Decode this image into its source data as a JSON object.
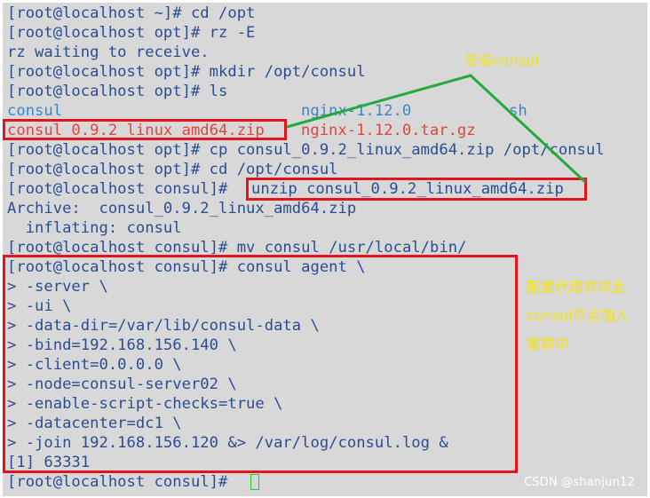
{
  "terminal": {
    "lines": [
      {
        "id": "l1",
        "text": "[root@localhost ~]# cd /opt"
      },
      {
        "id": "l2",
        "text": "[root@localhost opt]# rz -E"
      },
      {
        "id": "l3",
        "text": "rz waiting to receive."
      },
      {
        "id": "l4",
        "text": "[root@localhost opt]# mkdir /opt/consul"
      },
      {
        "id": "l5",
        "text": "[root@localhost opt]# ls"
      },
      {
        "id": "l6a",
        "text": "consul"
      },
      {
        "id": "l6b",
        "text": "nginx-1.12.0"
      },
      {
        "id": "l6c",
        "text": "sh"
      },
      {
        "id": "l7a",
        "text": "consul_0.9.2_linux_amd64.zip"
      },
      {
        "id": "l7b",
        "text": "nginx-1.12.0.tar.gz"
      },
      {
        "id": "l8",
        "text": "[root@localhost opt]# cp consul_0.9.2_linux_amd64.zip /opt/consul"
      },
      {
        "id": "l9",
        "text": "[root@localhost opt]# cd /opt/consul"
      },
      {
        "id": "l10a",
        "text": "[root@localhost consul]# "
      },
      {
        "id": "l10b",
        "text": "unzip consul_0.9.2_linux_amd64.zip"
      },
      {
        "id": "l11",
        "text": "Archive:  consul_0.9.2_linux_amd64.zip"
      },
      {
        "id": "l12",
        "text": "  inflating: consul"
      },
      {
        "id": "l13",
        "text": "[root@localhost consul]# mv consul /usr/local/bin/"
      },
      {
        "id": "l14",
        "text": "[root@localhost consul]# consul agent \\"
      },
      {
        "id": "l15",
        "text": "> -server \\"
      },
      {
        "id": "l16",
        "text": "> -ui \\"
      },
      {
        "id": "l17",
        "text": "> -data-dir=/var/lib/consul-data \\"
      },
      {
        "id": "l18",
        "text": "> -bind=192.168.156.140 \\"
      },
      {
        "id": "l19",
        "text": "> -client=0.0.0.0 \\"
      },
      {
        "id": "l20",
        "text": "> -node=consul-server02 \\"
      },
      {
        "id": "l21",
        "text": "> -enable-script-checks=true \\"
      },
      {
        "id": "l22",
        "text": "> -datacenter=dc1 \\"
      },
      {
        "id": "l23",
        "text": "> -join 192.168.156.120 &> /var/log/consul.log &"
      },
      {
        "id": "l24",
        "text": "[1] 63331"
      },
      {
        "id": "l25",
        "text": "[root@localhost consul]# "
      }
    ]
  },
  "annotations": {
    "install_note": "安装consul",
    "agent_note_1": "配置代理并将此",
    "agent_note_2": "consul节点加入",
    "agent_note_3": "集群中"
  },
  "watermark": "CSDN @shanjun12",
  "colors": {
    "terminal_bg": "#d8d8d8",
    "text": "#2a4d94",
    "dir": "#3a86d0",
    "archive": "#e0443c",
    "highlight_box": "#e3141b",
    "arrow": "#22aa3a",
    "note": "#f3e21a",
    "cursor": "#20d020"
  }
}
